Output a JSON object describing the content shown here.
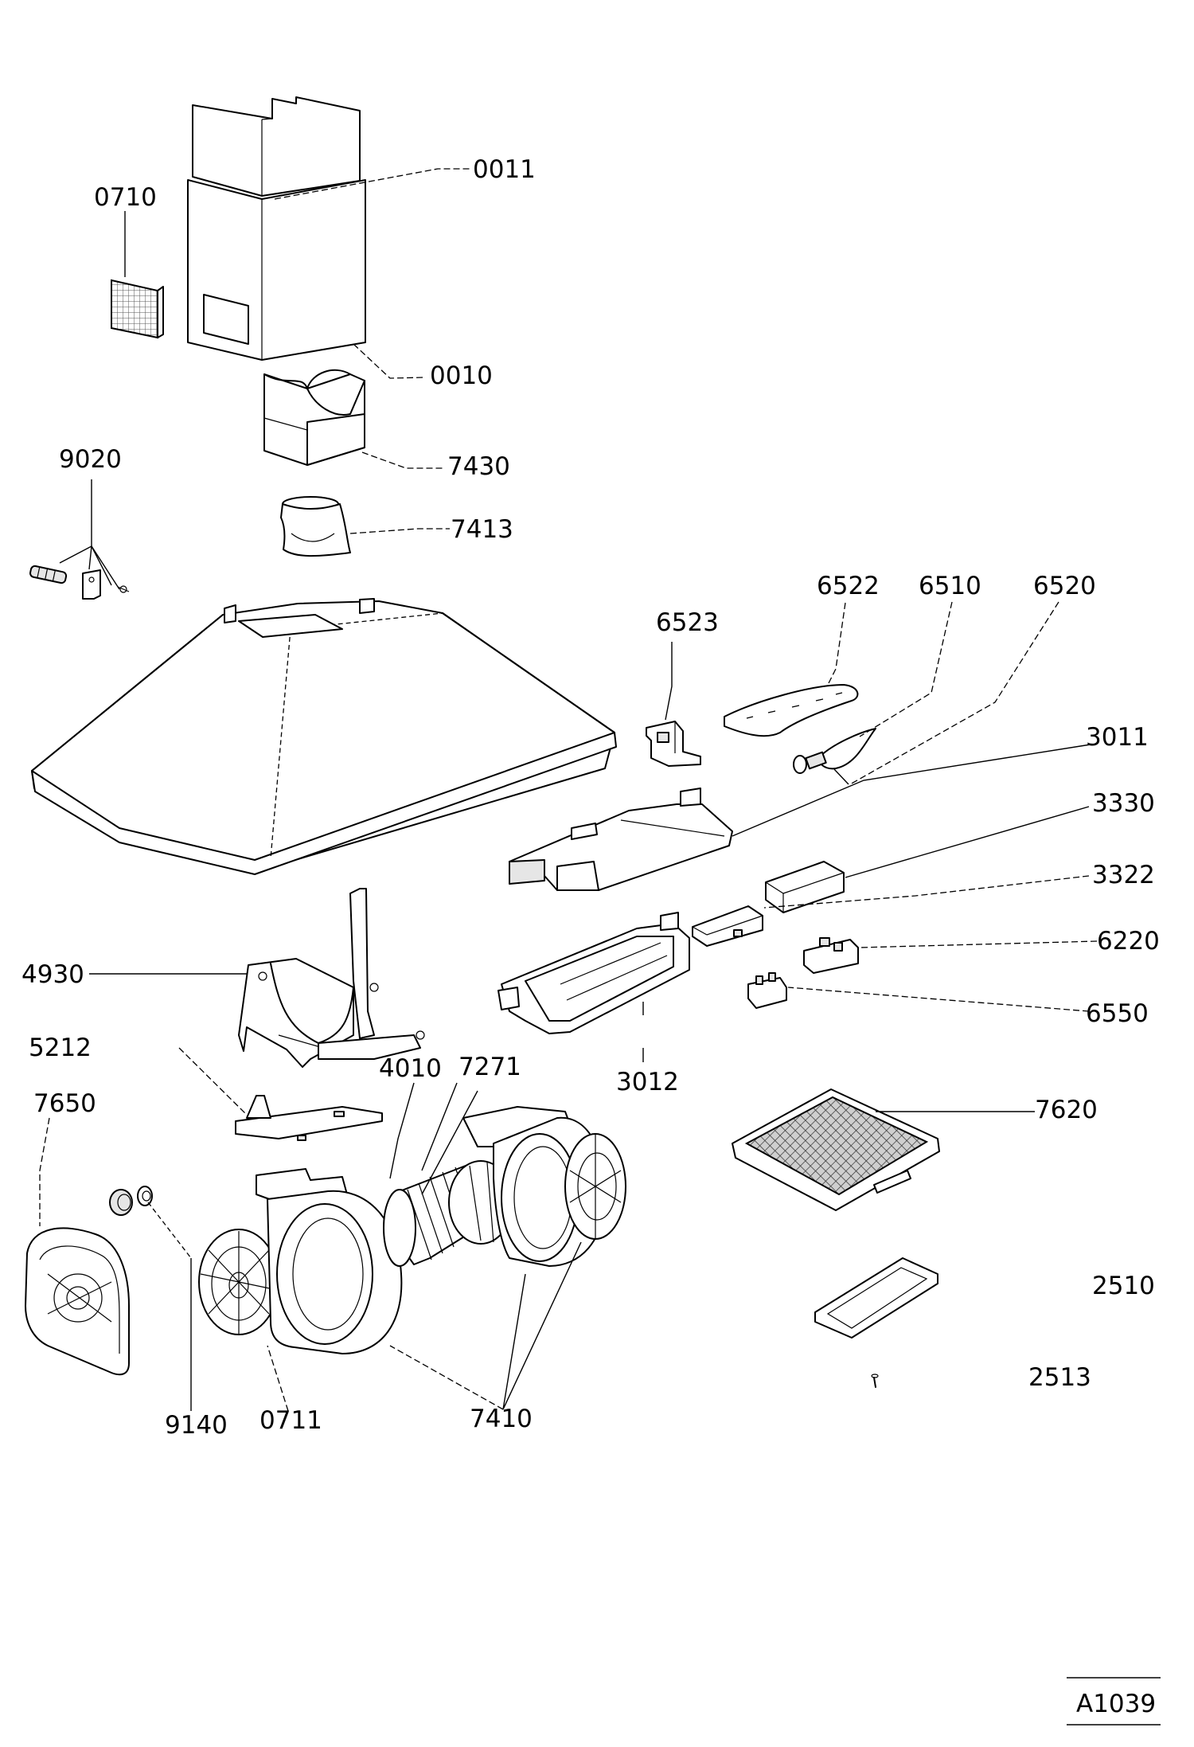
{
  "diagram": {
    "part_labels": {
      "p0011": "0011",
      "p0710": "0710",
      "p0010": "0010",
      "p7430": "7430",
      "p9020": "9020",
      "p7413": "7413",
      "p6522": "6522",
      "p6510": "6510",
      "p6520": "6520",
      "p6523": "6523",
      "p3011": "3011",
      "p3330": "3330",
      "p3322": "3322",
      "p6220": "6220",
      "p6550": "6550",
      "p4930": "4930",
      "p3012": "3012",
      "p5212": "5212",
      "p4010": "4010",
      "p7271": "7271",
      "p7650": "7650",
      "p7620": "7620",
      "p2510": "2510",
      "p2513": "2513",
      "p9140": "9140",
      "p0711": "0711",
      "p7410": "7410"
    },
    "drawing_number": "A1039"
  }
}
